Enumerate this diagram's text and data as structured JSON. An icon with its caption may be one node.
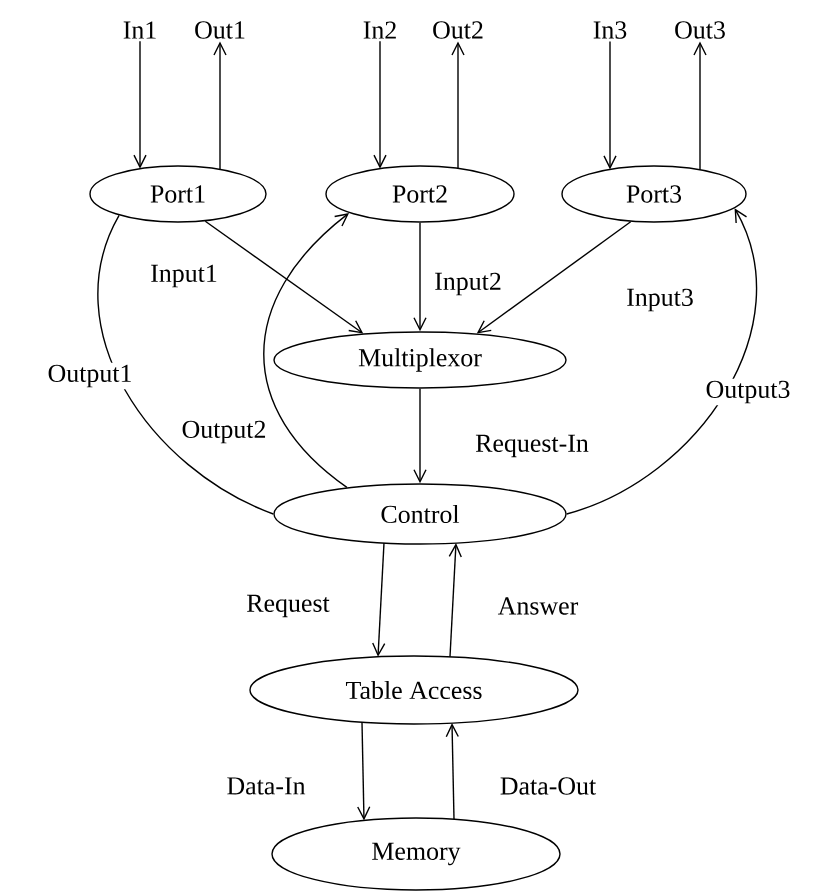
{
  "diagram": {
    "nodes": [
      {
        "text": [
          "In1"
        ]
      },
      {
        "text": [
          "Out1"
        ]
      },
      {
        "text": [
          "In2"
        ]
      },
      {
        "text": [
          "Out2"
        ]
      },
      {
        "text": [
          "In3"
        ]
      },
      {
        "text": [
          "Out3"
        ]
      },
      {
        "text": [
          "Port1"
        ]
      },
      {
        "text": [
          "Port2"
        ]
      },
      {
        "text": [
          "Port3"
        ]
      },
      {
        "text": [
          "Multiplexor"
        ]
      },
      {
        "text": [
          "Control"
        ]
      },
      {
        "text": [
          "Table Access"
        ]
      },
      {
        "text": [
          "Memory"
        ]
      }
    ],
    "edges": [
      {
        "from": 0,
        "to": 6,
        "arrow": "to"
      },
      {
        "from": 6,
        "to": 1,
        "arrow": "to"
      },
      {
        "from": 2,
        "to": 7,
        "arrow": "to"
      },
      {
        "from": 7,
        "to": 3,
        "arrow": "to"
      },
      {
        "from": 4,
        "to": 8,
        "arrow": "to"
      },
      {
        "from": 8,
        "to": 5,
        "arrow": "to"
      },
      {
        "from": 6,
        "to": 9,
        "arrow": "to",
        "label": "Input1"
      },
      {
        "from": 7,
        "to": 9,
        "arrow": "to",
        "label": "Input2"
      },
      {
        "from": 8,
        "to": 9,
        "arrow": "to",
        "label": "Input3"
      },
      {
        "from": 10,
        "to": 6,
        "arrow": "none",
        "label": "Output1"
      },
      {
        "from": 10,
        "to": 7,
        "arrow": "to",
        "label": "Output2"
      },
      {
        "from": 10,
        "to": 8,
        "arrow": "to",
        "label": "Output3"
      },
      {
        "from": 9,
        "to": 10,
        "arrow": "to",
        "label": "Request-In"
      },
      {
        "from": 10,
        "to": 11,
        "arrow": "to",
        "label": "Request"
      },
      {
        "from": 11,
        "to": 10,
        "arrow": "to",
        "label": "Answer"
      },
      {
        "from": 11,
        "to": 12,
        "arrow": "to",
        "label": "Data-In"
      },
      {
        "from": 12,
        "to": 11,
        "arrow": "to",
        "label": "Data-Out"
      }
    ]
  }
}
